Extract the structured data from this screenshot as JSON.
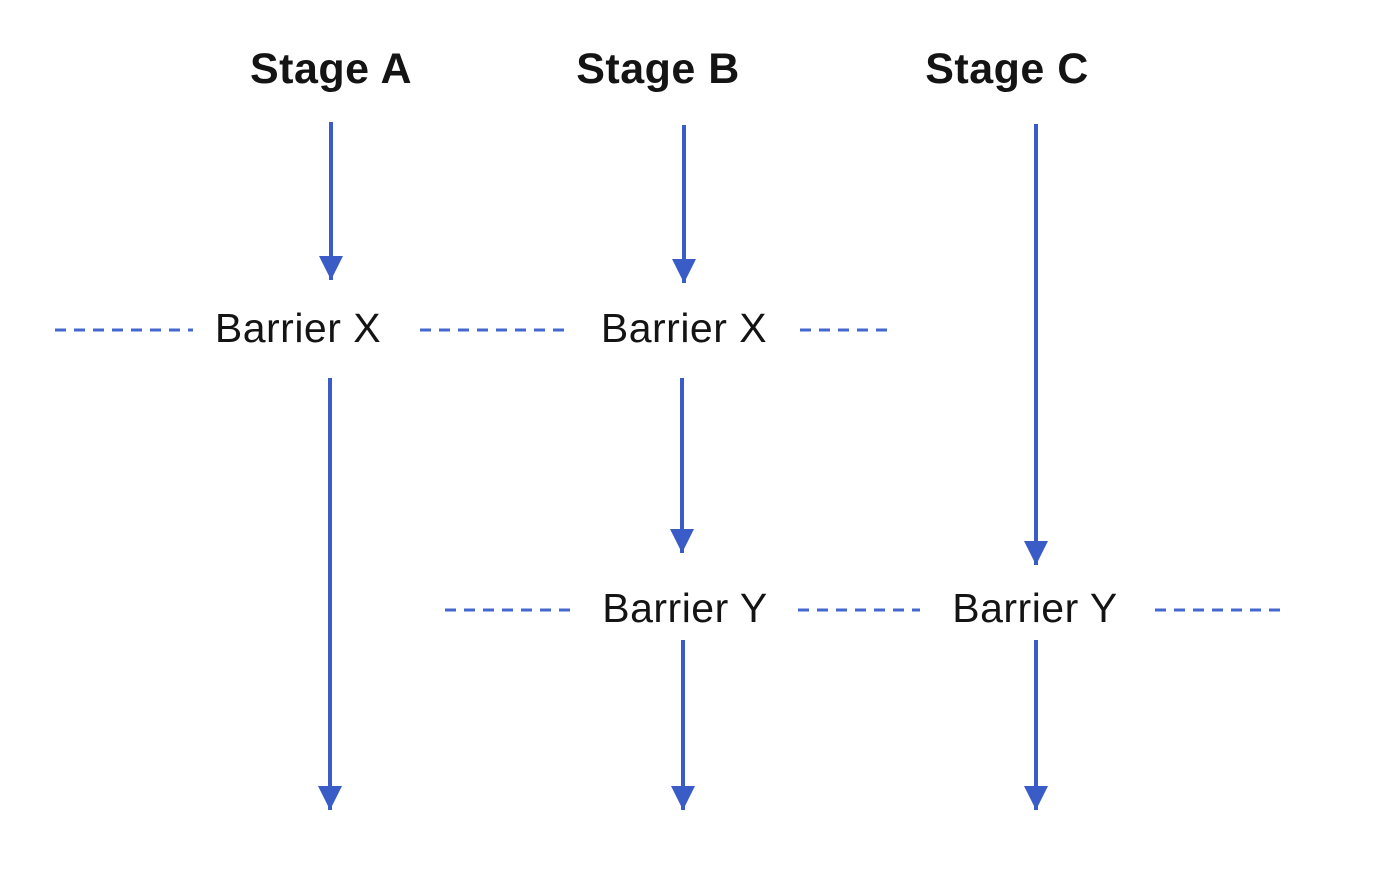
{
  "diagram": {
    "stages": [
      {
        "label": "Stage A"
      },
      {
        "label": "Stage B"
      },
      {
        "label": "Stage C"
      }
    ],
    "barriers": [
      {
        "label": "Barrier X"
      },
      {
        "label": "Barrier Y"
      }
    ]
  },
  "colors": {
    "arrow_blue": "#3a5cc6",
    "dash_blue": "#4468cf",
    "text_black": "#141414"
  }
}
